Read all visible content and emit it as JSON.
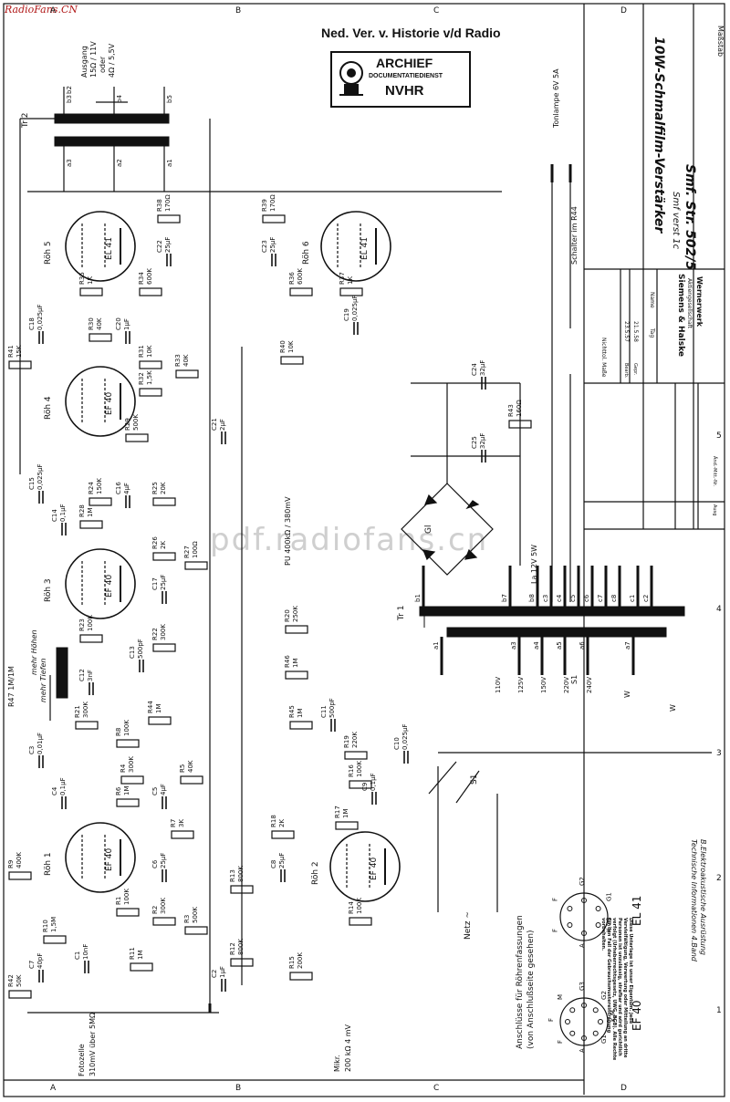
{
  "header": {
    "site": "RadioFans.CN",
    "archive_line": "Ned. Ver. v. Historie v/d Radio",
    "watermark": "pdf.radiofans.cn"
  },
  "stamp": {
    "line1": "ARCHIEF",
    "line2": "DOCUMENTATIEDIENST",
    "line3": "NVHR"
  },
  "title_block": {
    "massstab": "Maßstab",
    "title": "10W-Schmalfilm-Verstärker",
    "subtitle": "Smf verst 1c",
    "drawing_no": "Smf. Str. 502/5",
    "company": "Siemens & Halske",
    "company2": "Aktiengesellschaft",
    "works": "Wernerwerk",
    "tag": "Tag",
    "name": "Name",
    "bearb": "Bearb.",
    "gepr": "Gepr.",
    "nicht_tol": "Nichttol. Maße",
    "bearb_date": "23.5.57",
    "gepr_date": "21.5.58",
    "ausg": "Ausg",
    "aend": "Änd.-Mitt.-Nr.",
    "notice": "Diese Unterlage ist unser Eigentum. Jede Vervielfältigung, Verwertung oder Mitteilung an dritte Personen ist unzulässig, strafbar und wird gerichtlich verfolgt (Urheberrechtsgesetz, UWG, BGB). Alle Rechte für den Fall der Gebrauchsmustereintragung vorbehalten.",
    "info": "Technische Informationen 4.Band",
    "info2": "B.Elektroakustische Ausrüstung"
  },
  "grid_labels": {
    "rows": [
      "A",
      "B",
      "C",
      "D"
    ],
    "cols": [
      "1",
      "2",
      "3",
      "4",
      "5"
    ]
  },
  "tubes": [
    {
      "ref": "Röh 1",
      "type": "EF 40"
    },
    {
      "ref": "Röh 2",
      "type": "EF 40"
    },
    {
      "ref": "Röh 3",
      "type": "EF 40"
    },
    {
      "ref": "Röh 4",
      "type": "EF 40"
    },
    {
      "ref": "Röh 5",
      "type": "EL 41"
    },
    {
      "ref": "Röh 6",
      "type": "EL 41"
    }
  ],
  "output": {
    "tr2": "Tr 2",
    "ausgang": "Ausgang",
    "ausgang_imp": "15Ω / 11V",
    "oder": "oder",
    "ausgang_imp2": "4Ω / 5,5V",
    "taps": [
      "b2",
      "b3",
      "b4",
      "b5",
      "a3",
      "a2",
      "a1"
    ]
  },
  "power": {
    "tr1": "Tr 1",
    "gl": "Gl",
    "tonlampe": "Tonlampe 6V 5A",
    "schalter": "Schalter im R44",
    "lamp": "La 12V 5W",
    "netz": "Netz ~",
    "s1": "S1",
    "taps_secondary": [
      "b1",
      "b7",
      "b8",
      "c3",
      "c4",
      "c5",
      "c6",
      "c7",
      "c8",
      "c1",
      "c2"
    ],
    "taps_primary": [
      "a1",
      "a3",
      "a4",
      "a5",
      "a6",
      "a7"
    ],
    "voltages": [
      "110V",
      "125V",
      "150V",
      "220V",
      "240V"
    ],
    "sel_labels": [
      "S1",
      "W",
      "W"
    ]
  },
  "inputs": {
    "fotozelle": "Fotozelle",
    "fotozelle_spec": "310mV über 5MΩ",
    "mikr": "Mikr.",
    "mikr_spec": "200 kΩ 4 mV",
    "pu": "PU 400kΩ / 380mV"
  },
  "pinouts": {
    "caption": "Anschlüsse für Röhrenfassungen",
    "caption2": "(von Anschlußseite gesehen)",
    "ef40": "EF 40",
    "el41": "EL 41",
    "ef40_pins": [
      "G3",
      "G2",
      "K,M",
      "G1",
      "A",
      "F",
      "F",
      "M"
    ],
    "el41_pins": [
      "G2",
      "G1",
      "K,G3",
      "A",
      "F",
      "F"
    ]
  },
  "controls": {
    "r47": "R47 1M/1M",
    "hoehen": "mehr Höhen",
    "tiefen": "mehr Tiefen"
  },
  "components": [
    {
      "ref": "R1",
      "val": "100K"
    },
    {
      "ref": "R2",
      "val": "300K"
    },
    {
      "ref": "R3",
      "val": "500K"
    },
    {
      "ref": "R4",
      "val": "300K"
    },
    {
      "ref": "R5",
      "val": "40K"
    },
    {
      "ref": "R6",
      "val": "1M"
    },
    {
      "ref": "R7",
      "val": "3K"
    },
    {
      "ref": "R8",
      "val": "100K"
    },
    {
      "ref": "R9",
      "val": "400K"
    },
    {
      "ref": "R10",
      "val": "1,5M"
    },
    {
      "ref": "R11",
      "val": "1M"
    },
    {
      "ref": "R12",
      "val": "800K"
    },
    {
      "ref": "R13",
      "val": "800K"
    },
    {
      "ref": "R14",
      "val": "100K"
    },
    {
      "ref": "R15",
      "val": "200K"
    },
    {
      "ref": "R16",
      "val": "100K"
    },
    {
      "ref": "R17",
      "val": "1M"
    },
    {
      "ref": "R18",
      "val": "2K"
    },
    {
      "ref": "R19",
      "val": "220K"
    },
    {
      "ref": "R20",
      "val": "250K"
    },
    {
      "ref": "R21",
      "val": "300K"
    },
    {
      "ref": "R22",
      "val": "300K"
    },
    {
      "ref": "R23",
      "val": "100K"
    },
    {
      "ref": "R24",
      "val": "150K"
    },
    {
      "ref": "R25",
      "val": "20K"
    },
    {
      "ref": "R26",
      "val": "2K"
    },
    {
      "ref": "R27",
      "val": "100Ω"
    },
    {
      "ref": "R28",
      "val": "1M"
    },
    {
      "ref": "R29",
      "val": "500K"
    },
    {
      "ref": "R30",
      "val": "40K"
    },
    {
      "ref": "R31",
      "val": "10K"
    },
    {
      "ref": "R32",
      "val": "1,5K"
    },
    {
      "ref": "R33",
      "val": "40K"
    },
    {
      "ref": "R34",
      "val": "600K"
    },
    {
      "ref": "R35",
      "val": "1K"
    },
    {
      "ref": "R36",
      "val": "600K"
    },
    {
      "ref": "R37",
      "val": "1K"
    },
    {
      "ref": "R38",
      "val": "170Ω"
    },
    {
      "ref": "R39",
      "val": "170Ω"
    },
    {
      "ref": "R40",
      "val": "10K"
    },
    {
      "ref": "R41",
      "val": "15K"
    },
    {
      "ref": "R42",
      "val": "50K"
    },
    {
      "ref": "R43",
      "val": "160Ω"
    },
    {
      "ref": "R44",
      "val": "1M"
    },
    {
      "ref": "R45",
      "val": "1M"
    },
    {
      "ref": "R46",
      "val": "1M"
    },
    {
      "ref": "C1",
      "val": "10nF"
    },
    {
      "ref": "C2",
      "val": "1µF"
    },
    {
      "ref": "C3",
      "val": "0,01µF"
    },
    {
      "ref": "C4",
      "val": "0,1µF"
    },
    {
      "ref": "C5",
      "val": "4µF"
    },
    {
      "ref": "C6",
      "val": "25µF"
    },
    {
      "ref": "C7",
      "val": "40pF"
    },
    {
      "ref": "C8",
      "val": "25µF"
    },
    {
      "ref": "C9",
      "val": "0,1µF"
    },
    {
      "ref": "C10",
      "val": "0,025µF"
    },
    {
      "ref": "C11",
      "val": "500pF"
    },
    {
      "ref": "C12",
      "val": "3nF"
    },
    {
      "ref": "C13",
      "val": "500pF"
    },
    {
      "ref": "C14",
      "val": "0,1µF"
    },
    {
      "ref": "C15",
      "val": "0,025µF"
    },
    {
      "ref": "C16",
      "val": "4µF"
    },
    {
      "ref": "C17",
      "val": "25µF"
    },
    {
      "ref": "C18",
      "val": "0,025µF"
    },
    {
      "ref": "C19",
      "val": "0,025µF"
    },
    {
      "ref": "C20",
      "val": "1µF"
    },
    {
      "ref": "C21",
      "val": "2µF"
    },
    {
      "ref": "C22",
      "val": "25µF"
    },
    {
      "ref": "C23",
      "val": "25µF"
    },
    {
      "ref": "C24",
      "val": "32µF"
    },
    {
      "ref": "C25",
      "val": "32µF"
    }
  ]
}
